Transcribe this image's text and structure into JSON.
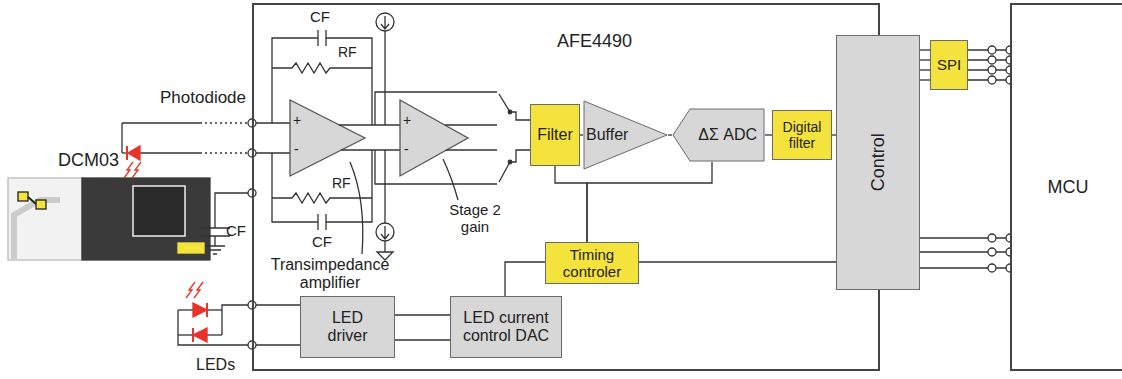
{
  "diagram": {
    "nodes": [
      {
        "text": [
          "AFE4490"
        ]
      },
      {
        "text": [
          "Filter"
        ],
        "in": 0
      },
      {
        "text": [
          "Buffer"
        ],
        "in": 0
      },
      {
        "text": [
          "ΔΣ ADC"
        ],
        "in": 0
      },
      {
        "text": [
          "Digital filter"
        ],
        "in": 0
      },
      {
        "text": [
          "Control"
        ],
        "in": 0
      },
      {
        "text": [
          "SPI"
        ]
      },
      {
        "text": [
          "Timing controler"
        ],
        "in": 0
      },
      {
        "text": [
          "LED driver"
        ],
        "in": 0
      },
      {
        "text": [
          "LED current control DAC"
        ],
        "in": 0
      },
      {
        "text": [
          "MCU"
        ]
      }
    ],
    "edges": [
      {
        "from": 1,
        "to": 2,
        "arrow": "none"
      },
      {
        "from": 2,
        "to": 3,
        "arrow": "none"
      },
      {
        "from": 3,
        "to": 4,
        "arrow": "none"
      },
      {
        "from": 4,
        "to": 5,
        "arrow": "none"
      },
      {
        "from": 5,
        "to": 6,
        "arrow": "none"
      },
      {
        "from": 6,
        "to": 10,
        "arrow": "none"
      },
      {
        "from": 7,
        "to": 5,
        "arrow": "none"
      },
      {
        "from": 7,
        "to": 1,
        "arrow": "none"
      },
      {
        "from": 7,
        "to": 3,
        "arrow": "none"
      },
      {
        "from": 7,
        "to": 9,
        "arrow": "none"
      },
      {
        "from": 9,
        "to": 8,
        "arrow": "none"
      },
      {
        "from": 5,
        "to": 10,
        "arrow": "none"
      }
    ],
    "labels": [
      "Photodiode",
      "DCM03",
      "CF",
      "RF",
      "RF",
      "CF",
      "CF",
      "Transimpedance amplifier",
      "Stage 2 gain",
      "LEDs",
      "+",
      "-",
      "+",
      "-"
    ]
  }
}
